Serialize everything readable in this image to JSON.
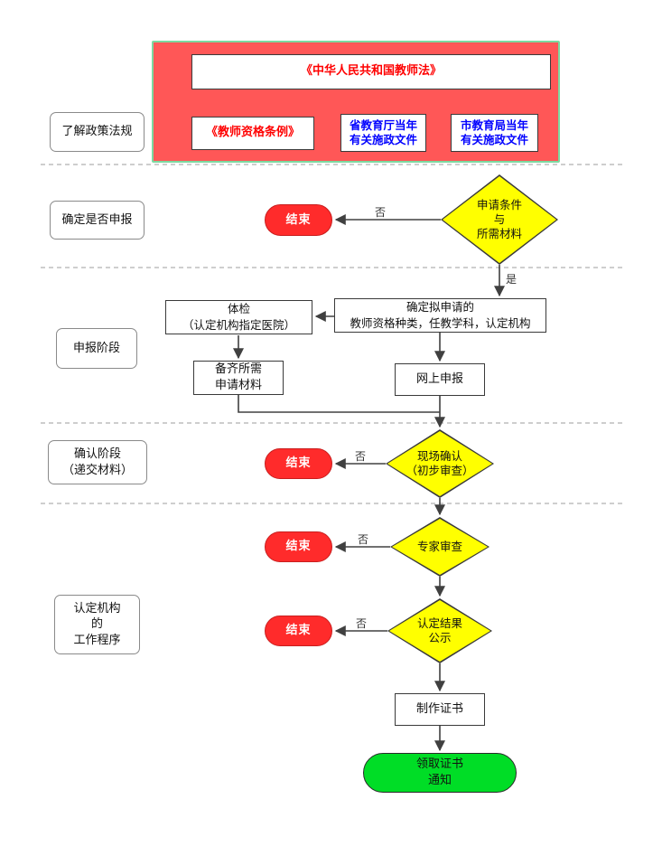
{
  "labels": {
    "yes": "是",
    "no": "否",
    "end": "结束"
  },
  "stages": [
    {
      "label": "了解政策法规"
    },
    {
      "label": "确定是否申报"
    },
    {
      "label": "申报阶段"
    },
    {
      "label": "确认阶段\n（递交材料）"
    },
    {
      "label": "认定机构\n的\n工作程序"
    }
  ],
  "policy_panel": {
    "law": "《中华人民共和国教师法》",
    "regulation": "《教师资格条例》",
    "provincial_doc": "省教育厅当年\n有关施政文件",
    "municipal_doc": "市教育局当年\n有关施政文件"
  },
  "flow": {
    "decision_apply": "申请条件\n与\n所需材料",
    "determine": "确定拟申请的\n教师资格种类，任教学科，认定机构",
    "physical_exam": "体检\n（认定机构指定医院）",
    "prepare_materials": "备齐所需\n申请材料",
    "online_apply": "网上申报",
    "onsite_confirm": "现场确认\n（初步审查）",
    "expert_review": "专家审查",
    "result_publicity": "认定结果\n公示",
    "make_certificate": "制作证书",
    "receive_certificate": "领取证书\n通知"
  },
  "colors": {
    "panel_fill": "#ff5757",
    "panel_border": "#7dd8a0",
    "decision_fill": "#ffff00",
    "end_fill": "#ff2b2b",
    "certificate_fill": "#00dd26",
    "law_text": "#ff0000",
    "doc_text": "#0000ff",
    "arrow": "#404040",
    "panel_arrow": "#b22222"
  }
}
